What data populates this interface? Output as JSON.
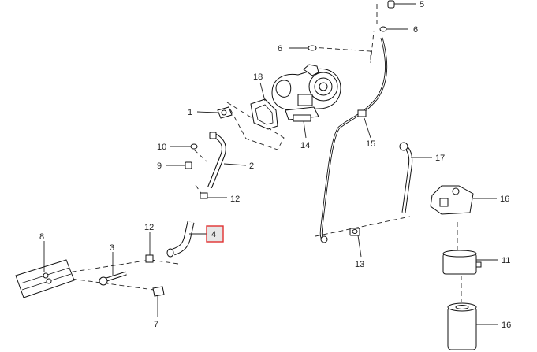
{
  "callouts": {
    "c5": "5",
    "c6a": "6",
    "c6b": "6",
    "c18": "18",
    "c1": "1",
    "c14": "14",
    "c15": "15",
    "c10": "10",
    "c9": "9",
    "c2": "2",
    "c17": "17",
    "c12a": "12",
    "c16a": "16",
    "c4": "4",
    "c8": "8",
    "c3": "3",
    "c12b": "12",
    "c13": "13",
    "c11": "11",
    "c7": "7",
    "c16b": "16"
  },
  "highlight": {
    "part": "4",
    "color": "#e03030"
  }
}
